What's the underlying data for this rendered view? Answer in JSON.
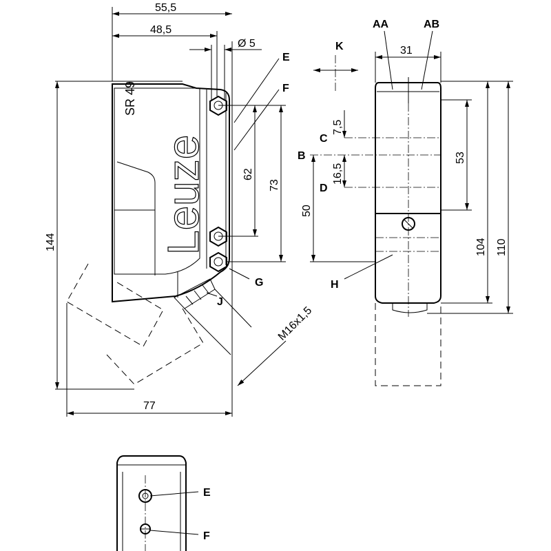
{
  "drawing": {
    "brand_logo": "Leuze",
    "model": "SR 49",
    "dimensions": {
      "width_total": "55,5",
      "width_body": "48,5",
      "hole_diameter": "Ø 5",
      "hole_spacing_62": "62",
      "hole_spacing_73": "73",
      "height_total": "144",
      "depth_total": "77",
      "thread": "M16x1,5",
      "front_width": "31",
      "offset_c": "7,5",
      "offset_d": "16,5",
      "optics_53": "53",
      "axis_50": "50",
      "height_104": "104",
      "height_110": "110"
    },
    "labels": {
      "E": "E",
      "F": "F",
      "G": "G",
      "J": "J",
      "K": "K",
      "AA": "AA",
      "AB": "AB",
      "B": "B",
      "C": "C",
      "D": "D",
      "H": "H"
    }
  }
}
